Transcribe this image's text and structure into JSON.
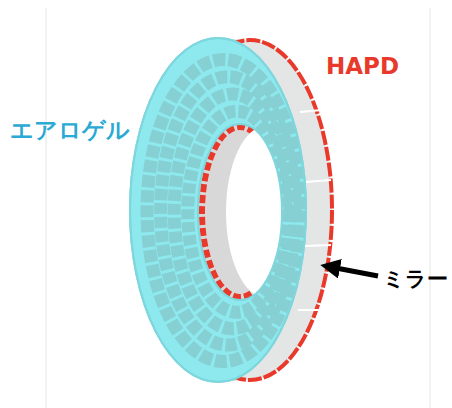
{
  "diagram": {
    "labels": [
      "エアロゲル",
      "HAPD",
      "ミラー"
    ]
  }
}
